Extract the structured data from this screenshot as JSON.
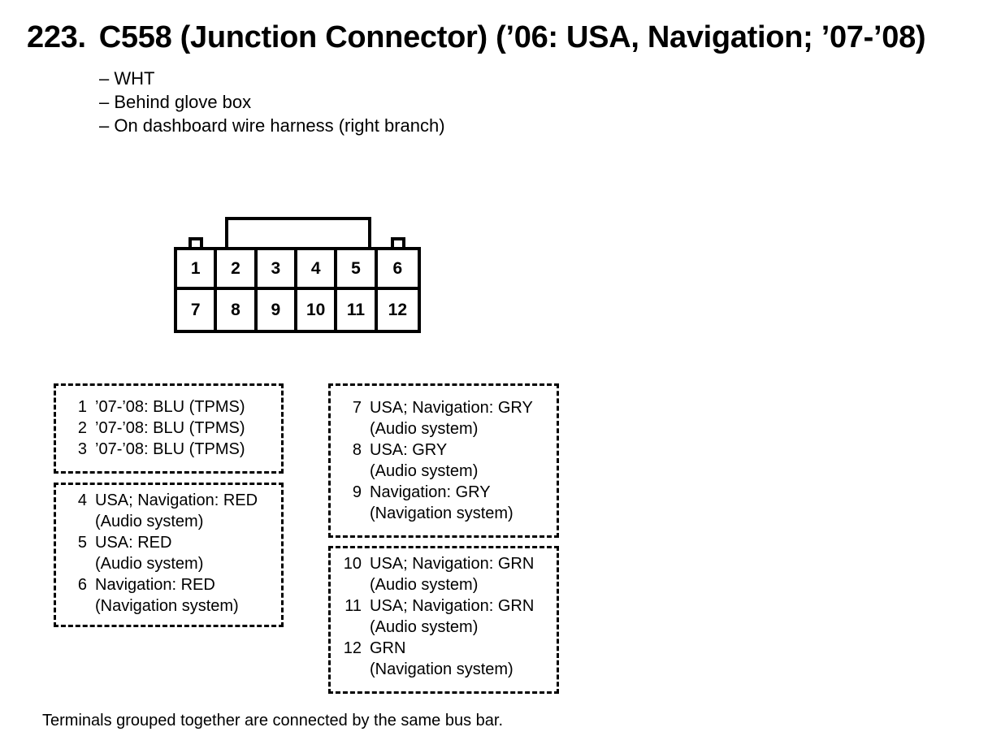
{
  "title": {
    "number": "223.",
    "text": "C558 (Junction Connector) (’06: USA, Navigation; ’07-’08)"
  },
  "notes": [
    "– WHT",
    "– Behind glove box",
    "– On dashboard wire harness (right branch)"
  ],
  "connector": {
    "row1": [
      "1",
      "2",
      "3",
      "4",
      "5",
      "6"
    ],
    "row2": [
      "7",
      "8",
      "9",
      "10",
      "11",
      "12"
    ]
  },
  "groups": {
    "g1": [
      {
        "pin": "1",
        "text": "’07-’08: BLU (TPMS)"
      },
      {
        "pin": "2",
        "text": "’07-’08: BLU (TPMS)"
      },
      {
        "pin": "3",
        "text": "’07-’08: BLU (TPMS)"
      }
    ],
    "g2": [
      {
        "pin": "4",
        "text": "USA; Navigation: RED\n(Audio system)"
      },
      {
        "pin": "5",
        "text": "USA: RED\n(Audio system)"
      },
      {
        "pin": "6",
        "text": "Navigation: RED\n(Navigation system)"
      }
    ],
    "g3": [
      {
        "pin": "7",
        "text": "USA; Navigation: GRY\n(Audio system)"
      },
      {
        "pin": "8",
        "text": "USA: GRY\n(Audio system)"
      },
      {
        "pin": "9",
        "text": "Navigation: GRY\n(Navigation system)"
      }
    ],
    "g4": [
      {
        "pin": "10",
        "text": "USA; Navigation: GRN\n(Audio system)"
      },
      {
        "pin": "11",
        "text": "USA; Navigation: GRN\n(Audio system)"
      },
      {
        "pin": "12",
        "text": "GRN\n(Navigation system)"
      }
    ]
  },
  "footer": "Terminals grouped together are connected by the same bus bar."
}
